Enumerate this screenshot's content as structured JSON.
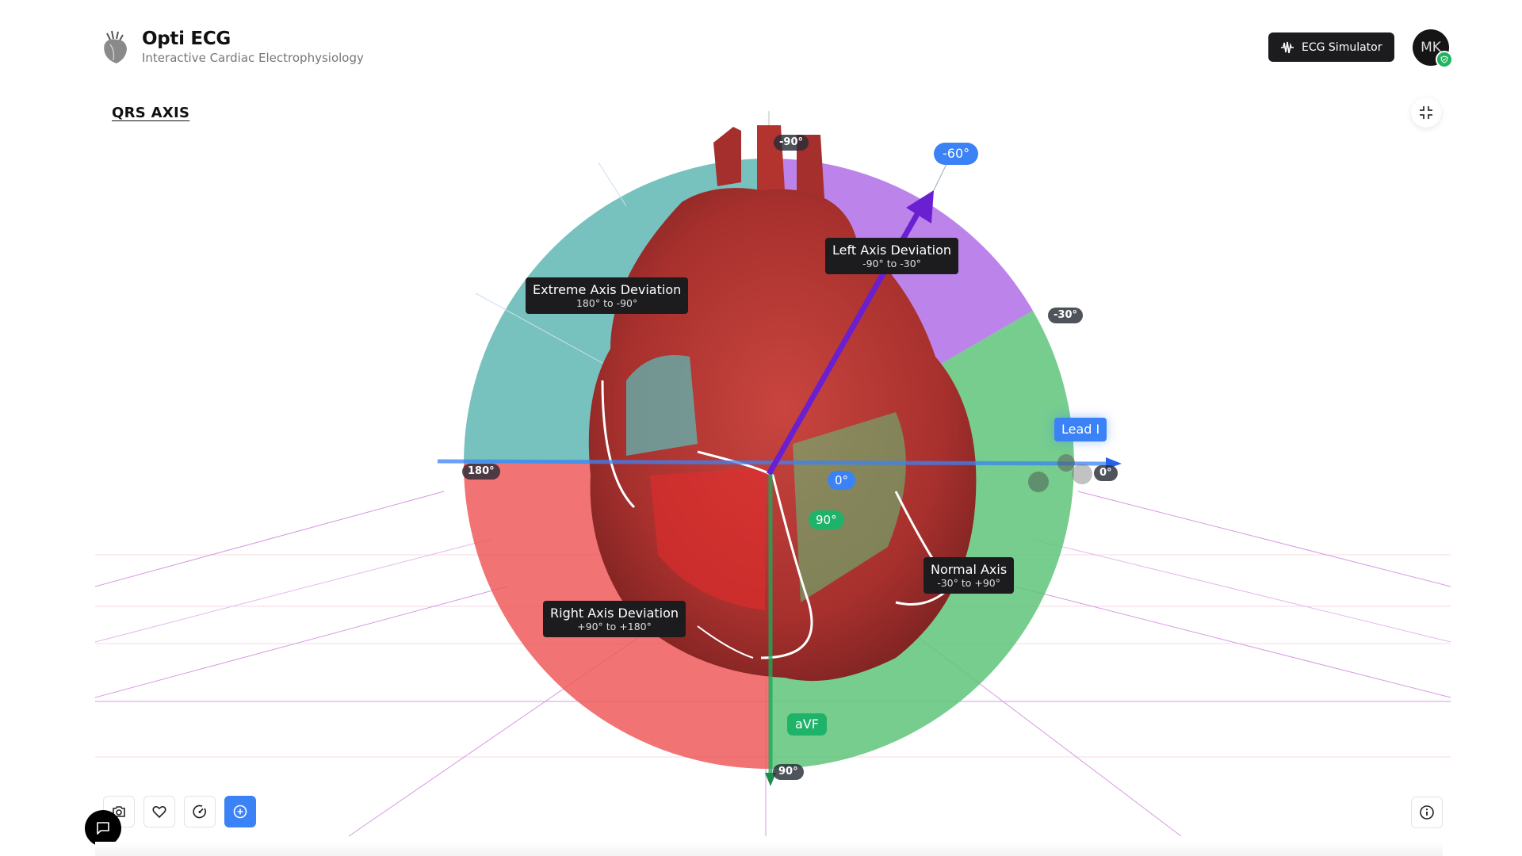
{
  "header": {
    "app_title": "Opti ECG",
    "app_subtitle": "Interactive Cardiac Electrophysiology",
    "logo_icon": "heart-anatomy-icon",
    "simulator_button": {
      "label": "ECG Simulator",
      "icon": "waveform-icon"
    },
    "user": {
      "initials": "MK",
      "badge_icon": "shield-check-icon",
      "badge_color": "#22b35e"
    }
  },
  "page": {
    "title": "QRS AXIS",
    "collapse_icon": "minimize-icon"
  },
  "diagram": {
    "sectors": [
      {
        "name": "Extreme Axis Deviation",
        "range": "180° to -90°",
        "color": "#5fb7b3"
      },
      {
        "name": "Left Axis Deviation",
        "range": "-90° to -30°",
        "color": "#b06ee8"
      },
      {
        "name": "Normal Axis",
        "range": "-30° to +90°",
        "color": "#5ec47a"
      },
      {
        "name": "Right Axis Deviation",
        "range": "+90° to +180°",
        "color": "#ee5a5a"
      }
    ],
    "degree_markers": {
      "top": "-90°",
      "upper_right": "-30°",
      "right": "0°",
      "left": "180°",
      "bottom": "90°"
    },
    "current_axis": "-60°",
    "center_labels": {
      "zero": "0°",
      "ninety": "90°"
    },
    "leads": {
      "lead_i": "Lead I",
      "avf": "aVF"
    },
    "colors": {
      "axis_vector": "#6a1fd0",
      "lead_i_axis": "#3b82f6",
      "avf_axis": "#1fa85a"
    }
  },
  "toolbar": {
    "items": [
      {
        "name": "camera",
        "icon": "camera-icon"
      },
      {
        "name": "favorite",
        "icon": "heart-icon"
      },
      {
        "name": "gauge",
        "icon": "gauge-icon"
      },
      {
        "name": "add",
        "icon": "plus-circle-icon",
        "active": true
      }
    ],
    "chat_icon": "chat-icon",
    "info_icon": "info-icon"
  }
}
